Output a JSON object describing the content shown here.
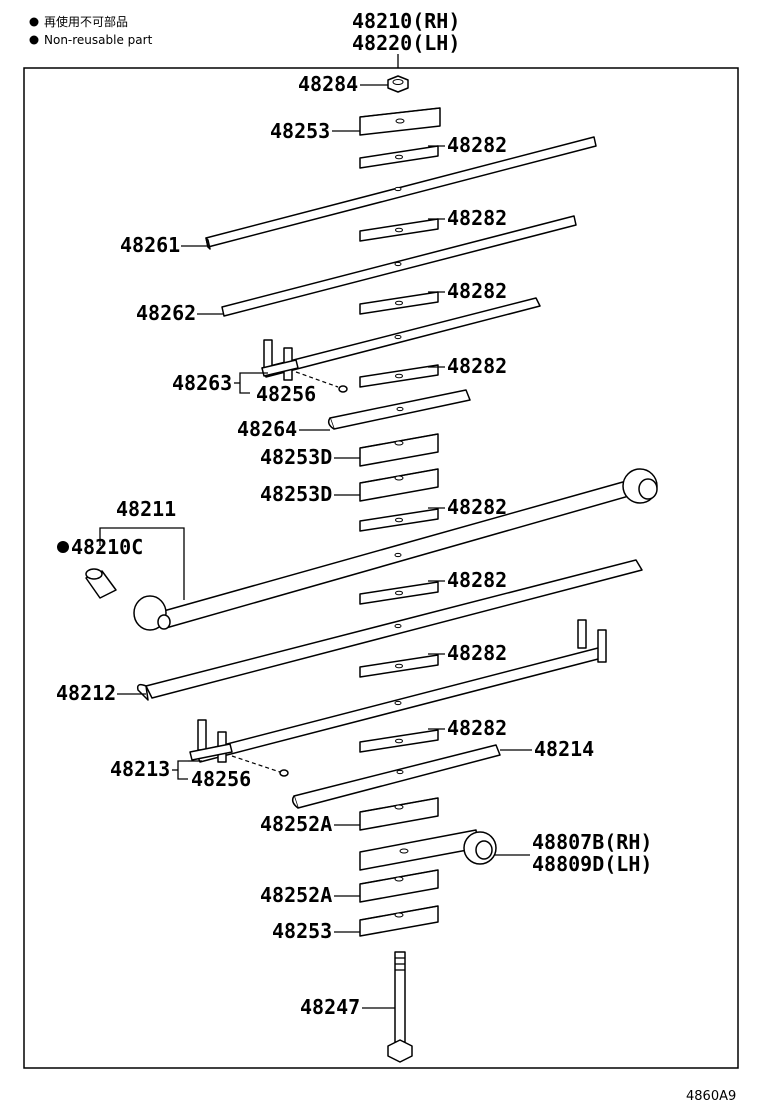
{
  "legend": {
    "bullet_icon": "filled-circle-icon",
    "jp_text": "再使用不可部品",
    "en_text": "Non-reusable part"
  },
  "header": {
    "assembly_rh": "48210(RH)",
    "assembly_lh": "48220(LH)"
  },
  "footer": {
    "figure_code": "4860A9"
  },
  "parts": {
    "p48284": "48284",
    "p48253_top": "48253",
    "p48282_1": "48282",
    "p48261": "48261",
    "p48282_2": "48282",
    "p48262": "48262",
    "p48282_3": "48282",
    "p48263": "48263",
    "p48256_a": "48256",
    "p48282_4": "48282",
    "p48264": "48264",
    "p48253D_1": "48253D",
    "p48253D_2": "48253D",
    "p48211": "48211",
    "p48210C": "48210C",
    "p48282_5": "48282",
    "p48282_6": "48282",
    "p48282_7": "48282",
    "p48212": "48212",
    "p48282_8": "48282",
    "p48214": "48214",
    "p48213": "48213",
    "p48256_b": "48256",
    "p48252A_1": "48252A",
    "p48807B": "48807B(RH)",
    "p48809D": "48809D(LH)",
    "p48252A_2": "48252A",
    "p48253_bot": "48253",
    "p48247": "48247"
  }
}
